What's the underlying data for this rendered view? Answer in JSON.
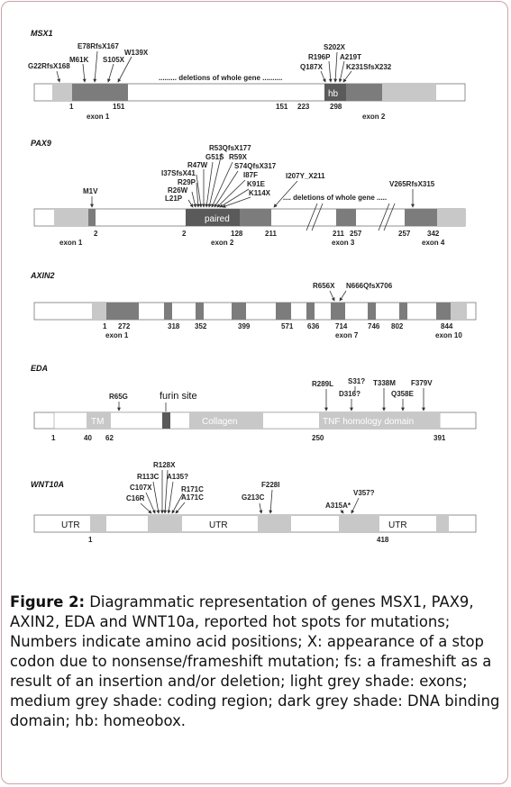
{
  "genes": [
    {
      "name": "MSX1",
      "mutations": [
        "E78RfsX167",
        "G22RfsX168",
        "M61K",
        "S105X",
        "W139X",
        "S202X",
        "R196P",
        "Q187X",
        "A219T",
        "K231SfsX232"
      ],
      "note": "......... deletions of whole gene ..........",
      "domain_label": "hb",
      "numbers": [
        "1",
        "151",
        "151",
        "223",
        "298"
      ],
      "exons": [
        "exon 1",
        "exon 2"
      ]
    },
    {
      "name": "PAX9",
      "mutations": [
        "R53QfsX177",
        "G51S",
        "R59X",
        "R47W",
        "S74QfsX317",
        "I37SfsX41",
        "I87F",
        "R29P",
        "K91E",
        "R26W",
        "K114X",
        "L21P",
        "I207Y_X211",
        "M1V",
        "V265RfsX315"
      ],
      "note": ".... deletions of whole gene .....",
      "domain_label": "paired",
      "numbers": [
        "2",
        "2",
        "128",
        "211",
        "211",
        "257",
        "257",
        "342"
      ],
      "exons": [
        "exon 1",
        "exon 2",
        "exon 3",
        "exon 4"
      ]
    },
    {
      "name": "AXIN2",
      "mutations": [
        "R656X",
        "N666QfsX706"
      ],
      "numbers": [
        "1",
        "272",
        "318",
        "352",
        "399",
        "571",
        "636",
        "714",
        "746",
        "802",
        "844"
      ],
      "exons": [
        "exon 1",
        "exon 7",
        "exon 10"
      ]
    },
    {
      "name": "EDA",
      "mutations": [
        "R65G",
        "R289L",
        "S31?",
        "T338M",
        "F379V",
        "D316?",
        "Q358E"
      ],
      "site_label": "furin site",
      "domains": [
        "TM",
        "Collagen",
        "TNF homology domain"
      ],
      "numbers": [
        "1",
        "40",
        "62",
        "250",
        "391"
      ]
    },
    {
      "name": "WNT10A",
      "mutations": [
        "R128X",
        "R113C",
        "A135?",
        "C107X",
        "C16R",
        "R171C",
        "A171C",
        "F228I",
        "G213C",
        "V357?",
        "A315A*"
      ],
      "regions": [
        "UTR",
        "UTR",
        "UTR"
      ],
      "numbers": [
        "1",
        "418"
      ]
    }
  ],
  "caption": {
    "label": "Figure 2:",
    "text": " Diagrammatic representation of genes MSX1, PAX9, AXIN2, EDA and WNT10a, reported hot spots for mutations; Numbers indicate amino acid positions; X: appearance of a stop codon due to nonsense/frameshift mutation; fs: a frameshift as a result of an insertion and/or deletion; light grey shade: exons; medium grey shade: coding region; dark grey shade: DNA binding domain; hb: homeobox."
  },
  "colors": {
    "light": "#c8c8c8",
    "medium": "#8a8a8a",
    "dark": "#5a5a5a",
    "border": "#c9a2a8"
  }
}
